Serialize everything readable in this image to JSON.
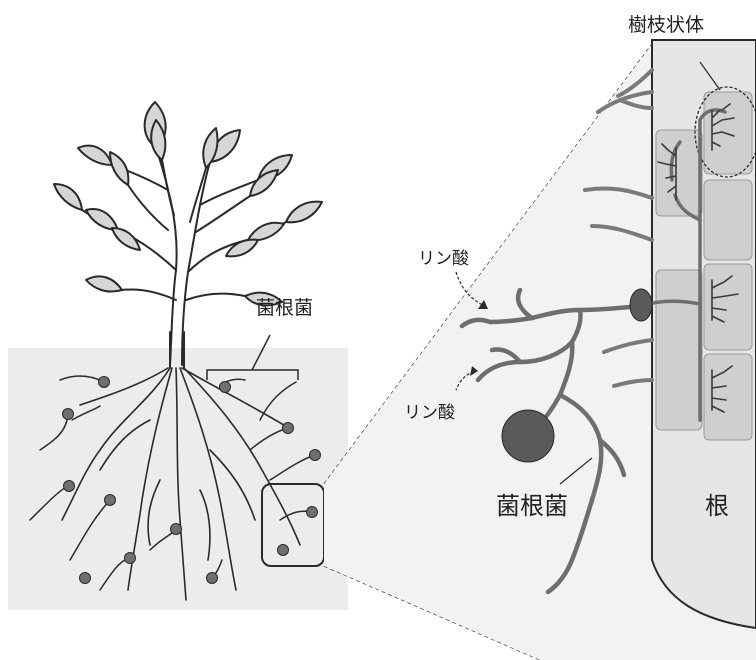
{
  "labels": {
    "dendritic_body": "樹枝状体",
    "mycorrhizal_fungi_left": "菌根菌",
    "phosphate_top": "リン酸",
    "phosphate_bottom": "リン酸",
    "mycorrhizal_fungi_right": "菌根菌",
    "root": "根"
  },
  "colors": {
    "soil": "#ececec",
    "root_fill": "#e2e2e2",
    "root_cell": "#cfcfcf",
    "hypha": "#6e6e6e",
    "spore": "#6f6f6f",
    "line": "#2a2a2a"
  }
}
